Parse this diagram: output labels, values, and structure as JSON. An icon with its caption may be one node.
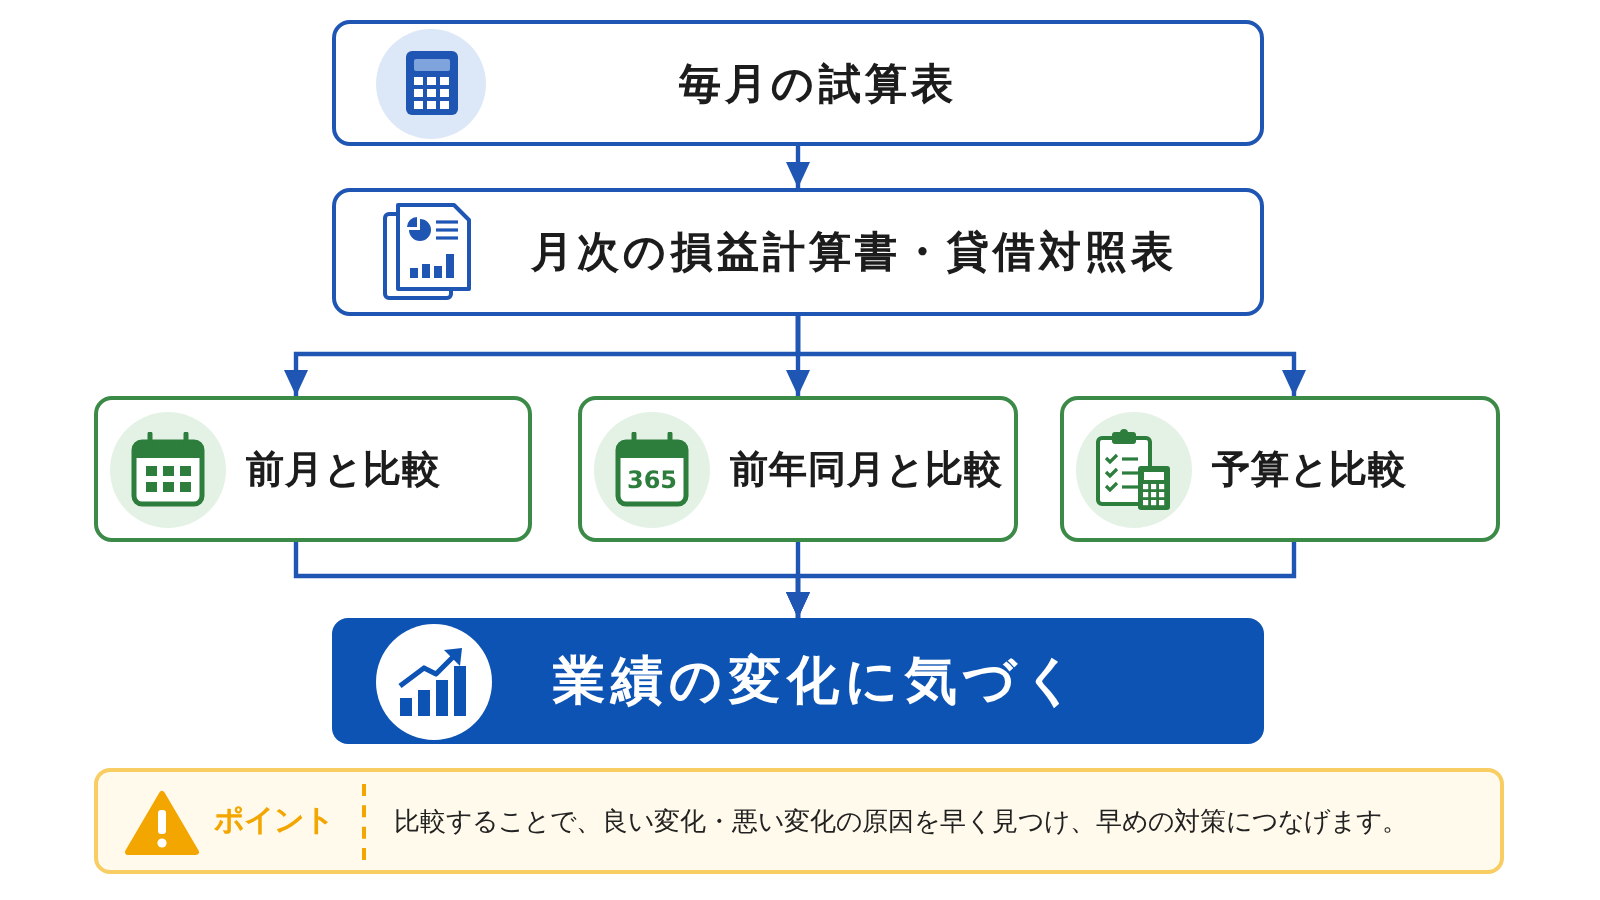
{
  "diagram": {
    "nodes": [
      {
        "text": [
          "毎月の試算表"
        ]
      },
      {
        "text": [
          "月次の損益計算書・貸借対照表"
        ]
      },
      {
        "text": [
          "前月と比較"
        ]
      },
      {
        "text": [
          "前年同月と比較"
        ]
      },
      {
        "text": [
          "予算と比較"
        ]
      },
      {
        "text": [
          "業績の変化に気づく"
        ]
      },
      {
        "text": [
          "ポイント",
          "比較することで、良い変化・悪い変化の原因を早く見つけ、早めの対策につなげます。"
        ]
      }
    ],
    "edges": [
      {
        "from": 0,
        "to": 1,
        "arrow": "to"
      },
      {
        "from": 1,
        "to": 2,
        "arrow": "to"
      },
      {
        "from": 1,
        "to": 3,
        "arrow": "to"
      },
      {
        "from": 1,
        "to": 4,
        "arrow": "to"
      },
      {
        "from": 2,
        "to": 5,
        "arrow": "to"
      },
      {
        "from": 3,
        "to": 5,
        "arrow": "to"
      },
      {
        "from": 4,
        "to": 5,
        "arrow": "to"
      }
    ],
    "labels": [
      "365"
    ]
  }
}
